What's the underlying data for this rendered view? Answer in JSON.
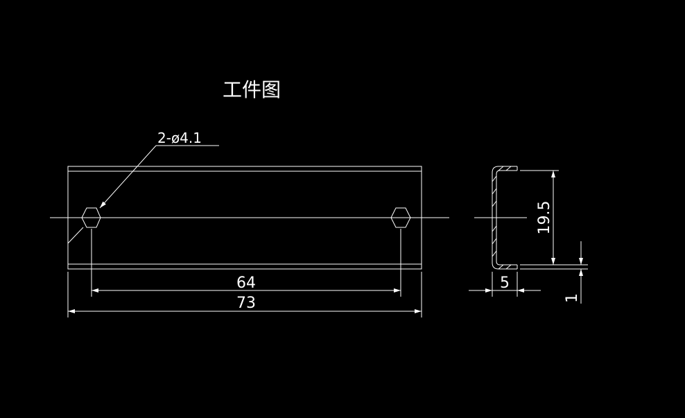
{
  "drawing": {
    "title": "工件图",
    "hole_callout": "2-ø4.1",
    "dimensions": {
      "hole_spacing": "64",
      "overall_length": "73",
      "height": "19.5",
      "flange_width": "5",
      "thickness": "1"
    },
    "colors": {
      "background": "#000000",
      "lines": "#ffffff"
    }
  }
}
